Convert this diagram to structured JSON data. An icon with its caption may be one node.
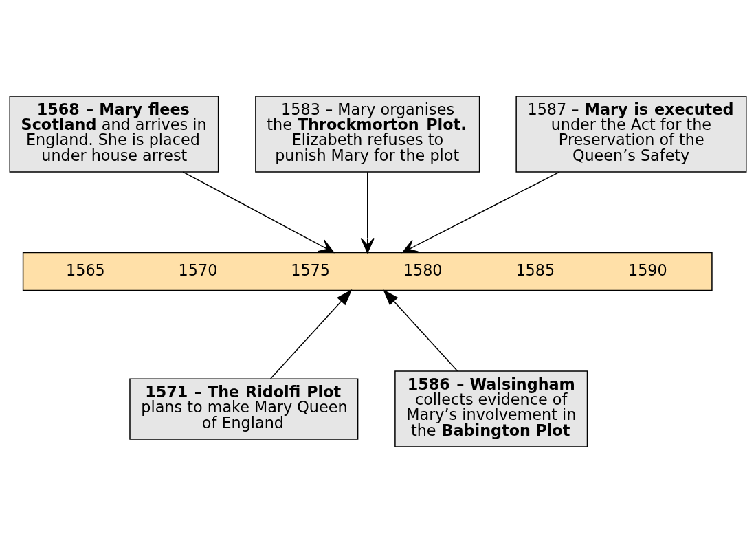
{
  "diagram": {
    "nodes": [
      {
        "text": [
          "**1568 – Mary flees Scotland** and arrives in England. She is placed under house arrest"
        ]
      },
      {
        "text": [
          "1583 – Mary organises the **Throckmorton Plot.** Elizabeth refuses to punish Mary for the plot"
        ]
      },
      {
        "text": [
          "1587 – **Mary is executed** under the Act for the Preservation of the Queen’s Safety"
        ]
      },
      {
        "text": [
          "1565",
          "1570",
          "1575",
          "1580",
          "1585",
          "1590"
        ]
      },
      {
        "text": [
          "**1571 – The Ridolfi Plot** plans to make Mary Queen of England"
        ]
      },
      {
        "text": [
          "**1586 – Walsingham** collects evidence of Mary’s involvement in the **Babington Plot**"
        ]
      }
    ],
    "edges": [
      {
        "from": 0,
        "to": 3,
        "arrow": "to"
      },
      {
        "from": 1,
        "to": 3,
        "arrow": "to"
      },
      {
        "from": 2,
        "to": 3,
        "arrow": "to"
      },
      {
        "from": 4,
        "to": 3,
        "arrow": "to"
      },
      {
        "from": 5,
        "to": 3,
        "arrow": "to"
      }
    ]
  }
}
